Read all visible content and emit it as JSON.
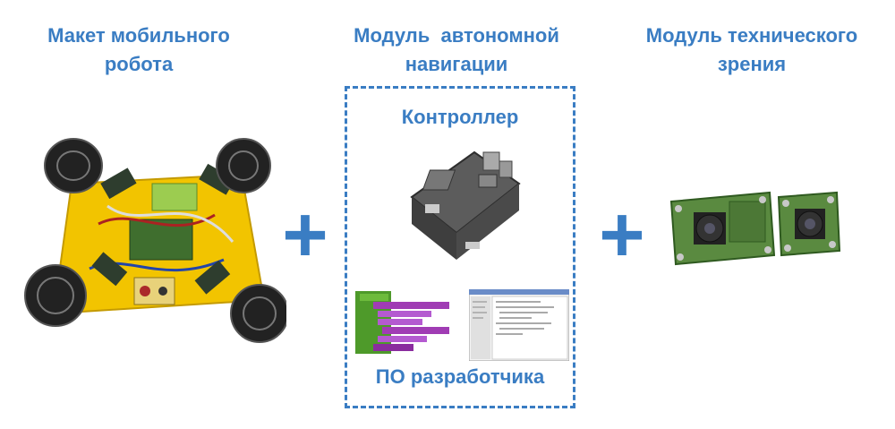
{
  "titles": {
    "robot": [
      "Макет мобильного",
      "робота"
    ],
    "navigation": [
      "Модуль  автономной",
      "навигации"
    ],
    "vision": [
      "Модуль технического",
      "зрения"
    ]
  },
  "plus_symbol": "+",
  "navigation_box": {
    "controller_label": "Контроллер",
    "software_label": "ПО разработчика"
  },
  "colors": {
    "accent": "#3a7dc3",
    "robot_platform": "#f2c400",
    "board_green": "#5a8a40"
  }
}
